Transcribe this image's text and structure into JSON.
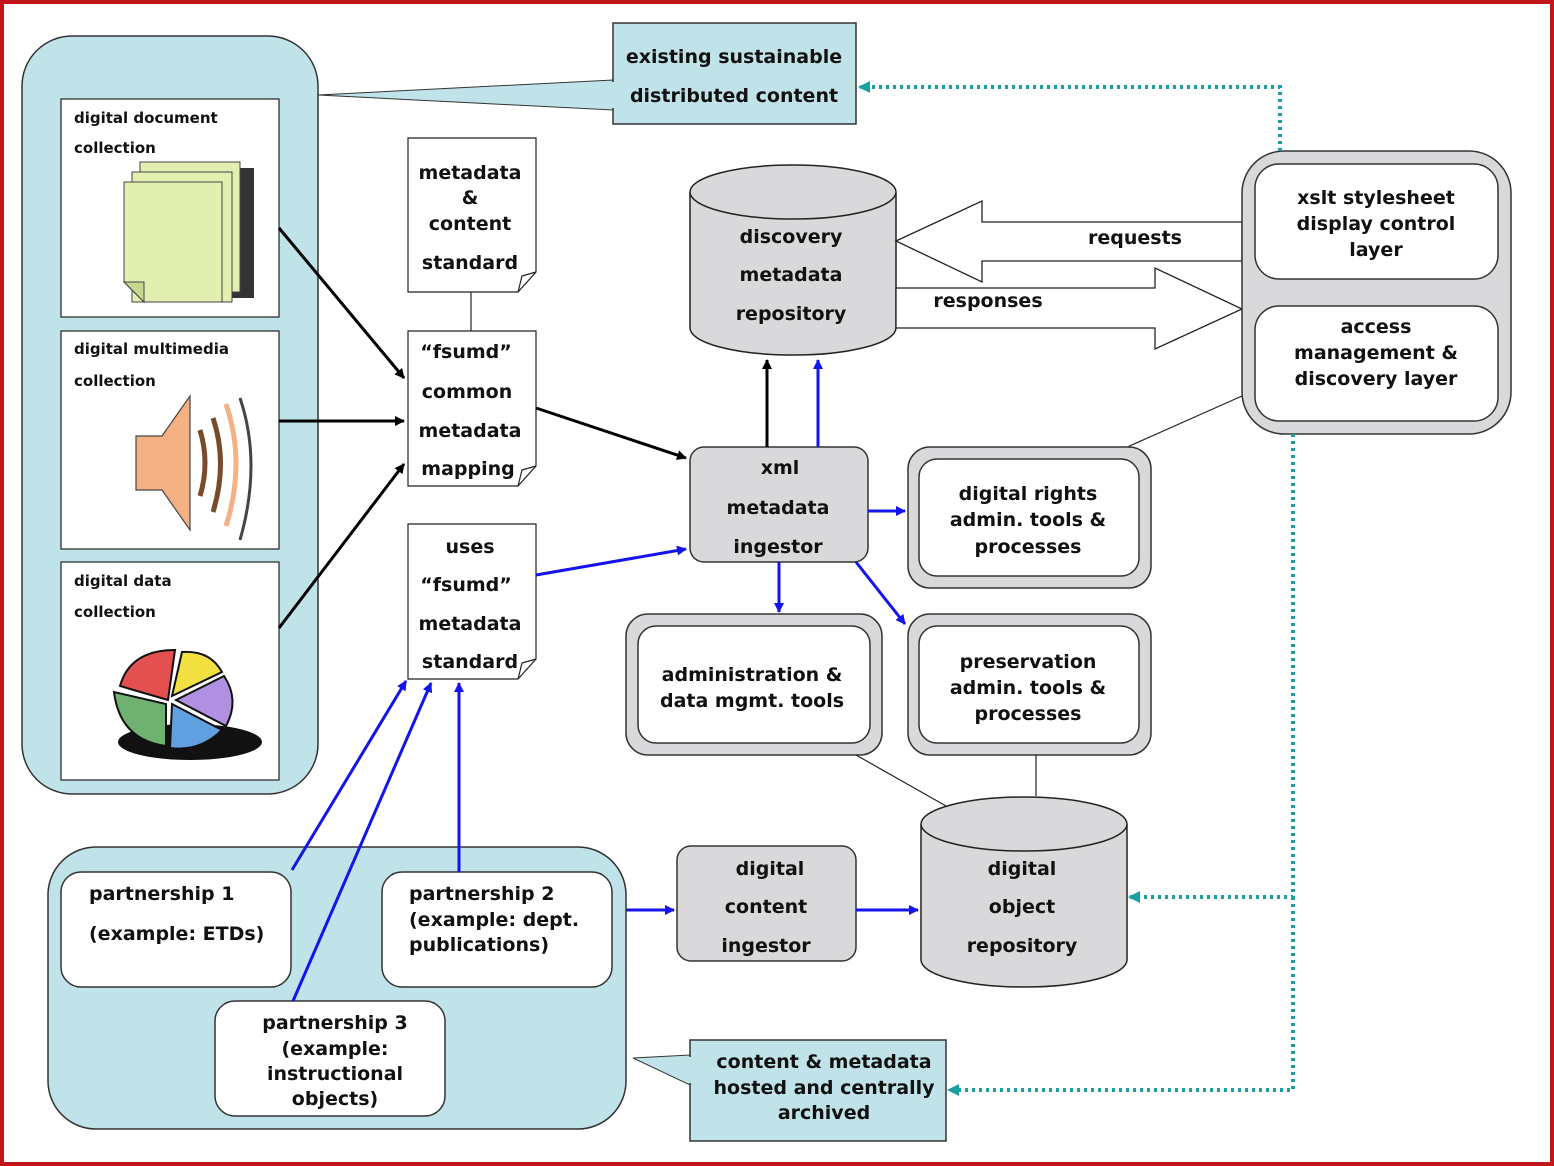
{
  "callouts": {
    "existing_line1": "existing sustainable",
    "existing_line2": "distributed content",
    "hosted_line1": "content & metadata",
    "hosted_line2": "hosted and centrally",
    "hosted_line3": "archived"
  },
  "collections": {
    "document_line1": "digital document",
    "document_line2": "collection",
    "multimedia_line1": "digital multimedia",
    "multimedia_line2": "collection",
    "data_line1": "digital data",
    "data_line2": "collection"
  },
  "docs": {
    "standard": [
      "metadata",
      "&",
      "content",
      "standard"
    ],
    "mapping": [
      "“fsumd”",
      "common",
      "metadata",
      "mapping"
    ],
    "uses": [
      "uses",
      "“fsumd”",
      "metadata",
      "standard"
    ]
  },
  "cylinders": {
    "discovery": [
      "discovery",
      "metadata",
      "repository"
    ],
    "object": [
      "digital",
      "object",
      "repository"
    ]
  },
  "arrows": {
    "requests": "requests",
    "responses": "responses"
  },
  "layers": {
    "xslt": [
      "xslt stylesheet",
      "display control",
      "layer"
    ],
    "access": [
      "access",
      "management &",
      "discovery layer"
    ]
  },
  "ingestors": {
    "xml": [
      "xml",
      "metadata",
      "ingestor"
    ],
    "content": [
      "digital",
      "content",
      "ingestor"
    ]
  },
  "tools": {
    "rights": [
      "digital rights",
      "admin. tools &",
      "processes"
    ],
    "admin": [
      "administration &",
      "data mgmt. tools"
    ],
    "preservation": [
      "preservation",
      "admin. tools &",
      "processes"
    ]
  },
  "partnerships": {
    "p1": [
      "partnership 1",
      "(example: ETDs)"
    ],
    "p2": [
      "partnership 2",
      "(example: dept.",
      "publications)"
    ],
    "p3": [
      "partnership 3",
      "(example:",
      "instructional",
      "objects)"
    ]
  },
  "colors": {
    "frame": "#c0151b",
    "light_blue": "#bfe3e8",
    "grey": "#d9d9db",
    "blue_arrow": "#1414ee",
    "teal_dots": "#1aa0a0",
    "doc_green": "#e2efb0",
    "speaker": "#f4b183"
  }
}
